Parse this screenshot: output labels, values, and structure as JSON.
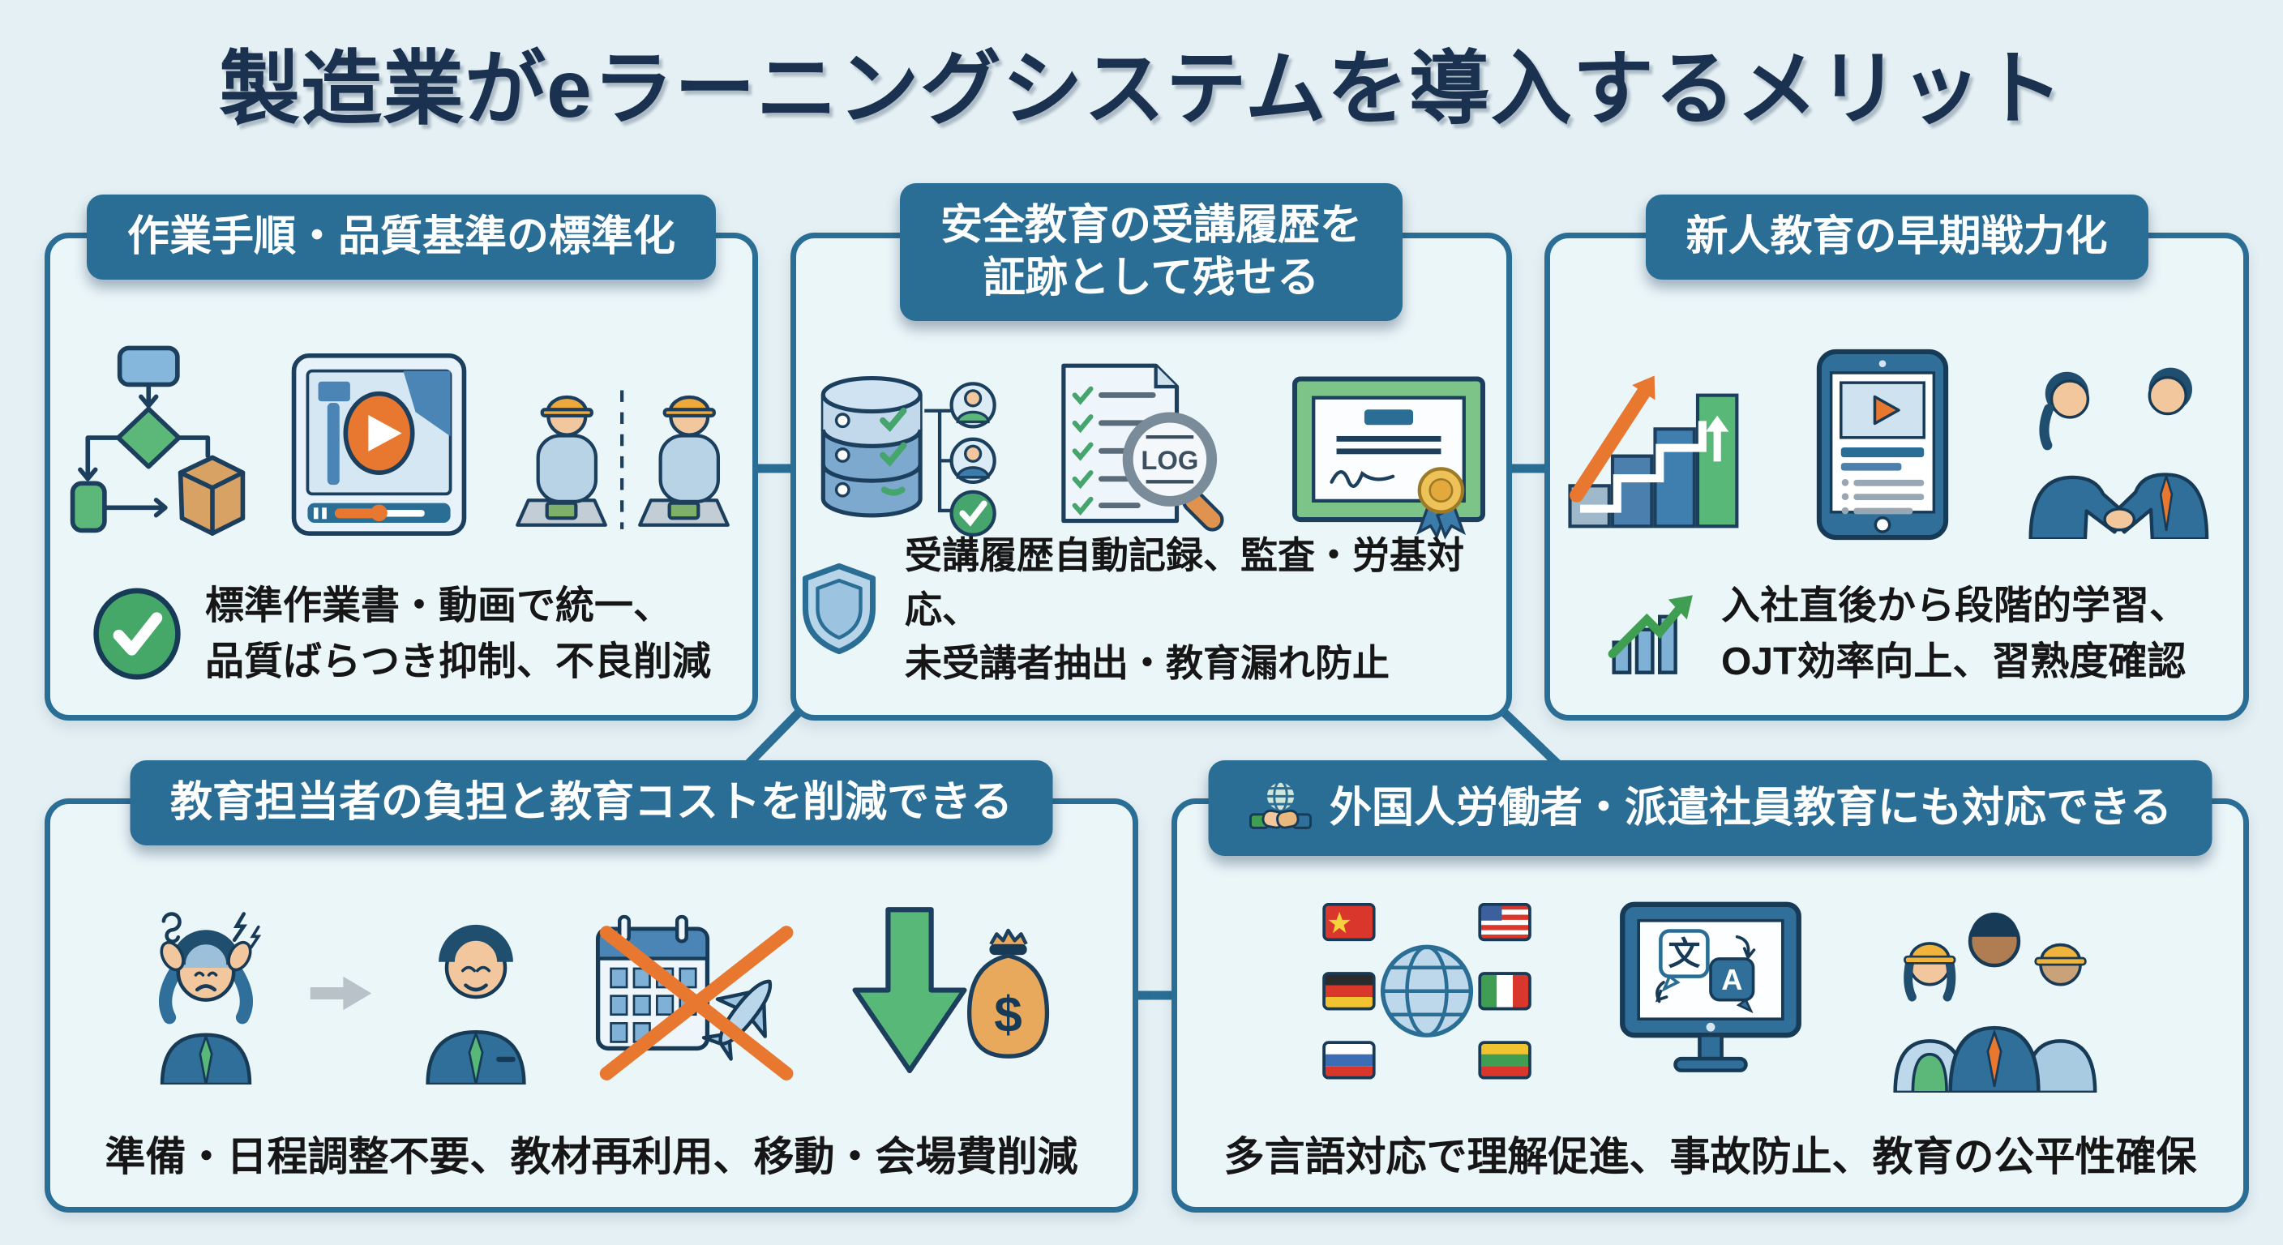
{
  "title": "製造業がeラーニングシステムを導入するメリット",
  "colors": {
    "background": "#e4f0f4",
    "card_fill": "#ebf6f9",
    "accent_blue": "#2a6e96",
    "title_navy": "#1b3150",
    "green": "#45a869",
    "orange": "#e8772f"
  },
  "cards": [
    {
      "id": "standardization",
      "title_lines": [
        "作業手順・品質基準の標準化"
      ],
      "illustration_icons": [
        "flowchart-icon",
        "video-player-icon",
        "workers-line-icon"
      ],
      "body_icon": "check-circle-icon",
      "body_lines": [
        "標準作業書・動画で統一、",
        "品質ばらつき抑制、不良削減"
      ]
    },
    {
      "id": "training-history",
      "title_lines": [
        "安全教育の受講履歴を",
        "証跡として残せる"
      ],
      "illustration_icons": [
        "database-users-icon",
        "log-magnifier-icon",
        "certificate-icon"
      ],
      "log_label": "LOG",
      "body_icon": "shield-icon",
      "body_lines": [
        "受講履歴自動記録、監査・労基対応、",
        "未受講者抽出・教育漏れ防止"
      ]
    },
    {
      "id": "newcomer-training",
      "title_lines": [
        "新人教育の早期戦力化"
      ],
      "illustration_icons": [
        "growth-stairs-icon",
        "tablet-video-icon",
        "handshake-icon"
      ],
      "body_icon": "chart-up-icon",
      "body_lines": [
        "入社直後から段階的学習、",
        "OJT効率向上、習熟度確認"
      ]
    },
    {
      "id": "cost-reduction",
      "title_lines": [
        "教育担当者の負担と教育コストを削減できる"
      ],
      "illustration_icons": [
        "stressed-person-icon",
        "transition-arrow-icon",
        "relaxed-person-icon",
        "no-schedule-travel-icon",
        "cost-down-icon"
      ],
      "money_symbol": "$",
      "body_lines": [
        "準備・日程調整不要、教材再利用、移動・会場費削減"
      ]
    },
    {
      "id": "multilingual",
      "header_icon": "globe-handshake-icon",
      "title_lines": [
        "外国人労働者・派遣社員教育にも対応できる"
      ],
      "illustration_icons": [
        "flags-globe-icon",
        "translation-monitor-icon",
        "diverse-workers-icon"
      ],
      "translate_source": "文",
      "translate_target": "A",
      "body_lines": [
        "多言語対応で理解促進、事故防止、教育の公平性確保"
      ]
    }
  ]
}
